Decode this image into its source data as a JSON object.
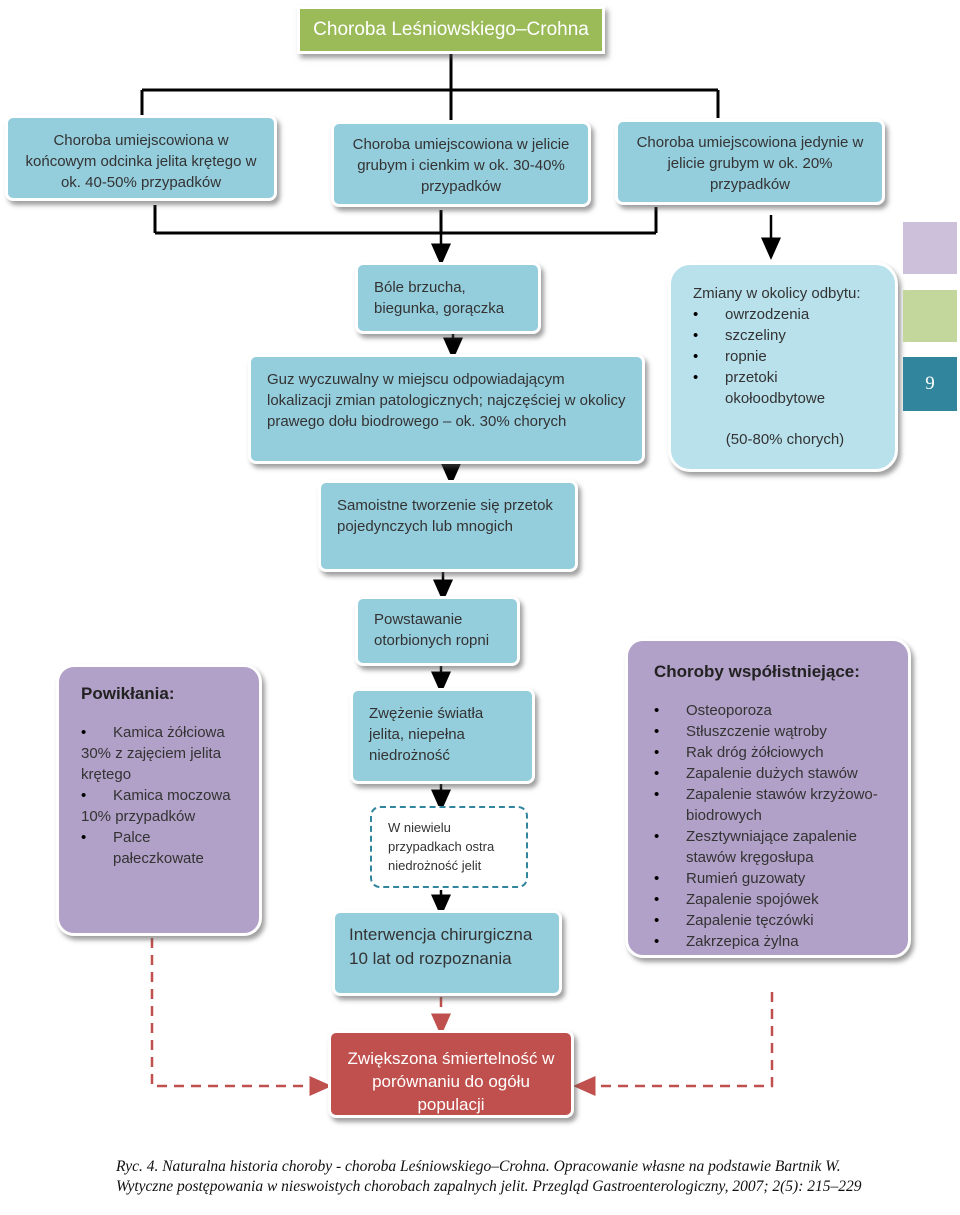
{
  "title": "Choroba Leśniowskiego–Crohna",
  "locations": [
    "Choroba umiejscowiona w końcowym odcinka jelita krętego w ok. 40-50% przypadków",
    "Choroba umiejscowiona w jelicie grubym i cienkim w ok. 30-40% przypadków",
    "Choroba umiejscowiona jedynie w jelicie grubym w ok. 20% przypadków"
  ],
  "symptoms": "Bóle brzucha, biegunka, gorączka",
  "tumor": "Guz wyczuwalny w miejscu odpowiadającym lokalizacji zmian patologicznych; najczęściej w okolicy prawego dołu biodrowego – ok. 30% chorych",
  "perianal": {
    "heading": "Zmiany w okolicy odbytu:",
    "items": [
      "owrzodzenia",
      "szczeliny",
      "ropnie",
      "przetoki okołoodbytowe"
    ],
    "note": "(50-80% chorych)"
  },
  "fistulas": "Samoistne tworzenie się przetok pojedynczych lub mnogich",
  "abscess": "Powstawanie otorbionych ropni",
  "stenosis": "Zwężenie światła jelita, niepełna niedrożność",
  "obstruction": "W niewielu przypadkach ostra niedrożność jelit",
  "surgery": "Interwencja chirurgiczna 10 lat od rozpoznania",
  "complications": {
    "heading": "Powikłania:",
    "items": [
      {
        "bullet": "Kamica żółciowa",
        "rest": "30% z zajęciem jelita krętego"
      },
      {
        "bullet": "Kamica moczowa",
        "rest": "10% przypadków"
      },
      {
        "bullet": "Palce pałeczkowate",
        "rest": ""
      }
    ]
  },
  "comorbid": {
    "heading": "Choroby współistniejące:",
    "items": [
      "Osteoporoza",
      "Stłuszczenie wątroby",
      "Rak dróg żółciowych",
      "Zapalenie dużych stawów",
      "Zapalenie stawów krzyżowo-biodrowych",
      "Zesztywniające zapalenie stawów kręgosłupa",
      "Rumień guzowaty",
      "Zapalenie spojówek",
      "Zapalenie tęczówki",
      "Zakrzepica żylna"
    ]
  },
  "mortality": "Zwiększona śmiertelność w porównaniu do ogółu populacji",
  "page_number": "9",
  "caption": "Ryc. 4. Naturalna historia choroby - choroba Leśniowskiego–Crohna. Opracowanie własne na podstawie Bartnik W. Wytyczne postępowania w nieswoistych chorobach zapalnych jelit. Przegląd Gastroenterologiczny, 2007; 2(5): 215–229",
  "colors": {
    "green": "#9bbb59",
    "blue": "#94cddc",
    "light_blue": "#b8e1ec",
    "purple": "#b1a0c7",
    "red": "#c0504d",
    "dashed_border": "#31859c",
    "tab_lavender": "#ccc0da",
    "tab_green": "#c3d69b",
    "tab_teal": "#31859c"
  }
}
